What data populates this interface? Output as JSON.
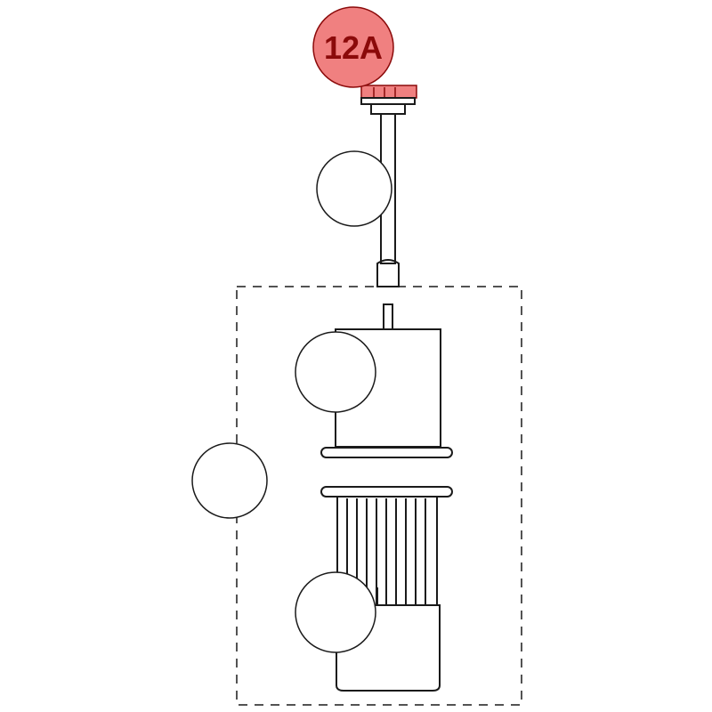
{
  "diagram": {
    "highlight_color": "#f08080",
    "highlight_stroke": "#8b0a0a",
    "callouts": [
      {
        "id": "callout-1",
        "label": "12A",
        "highlighted": true
      },
      {
        "id": "callout-2",
        "label": "",
        "highlighted": false
      },
      {
        "id": "callout-3",
        "label": "",
        "highlighted": false
      },
      {
        "id": "callout-4",
        "label": "",
        "highlighted": false
      },
      {
        "id": "callout-5",
        "label": "",
        "highlighted": false
      }
    ]
  }
}
